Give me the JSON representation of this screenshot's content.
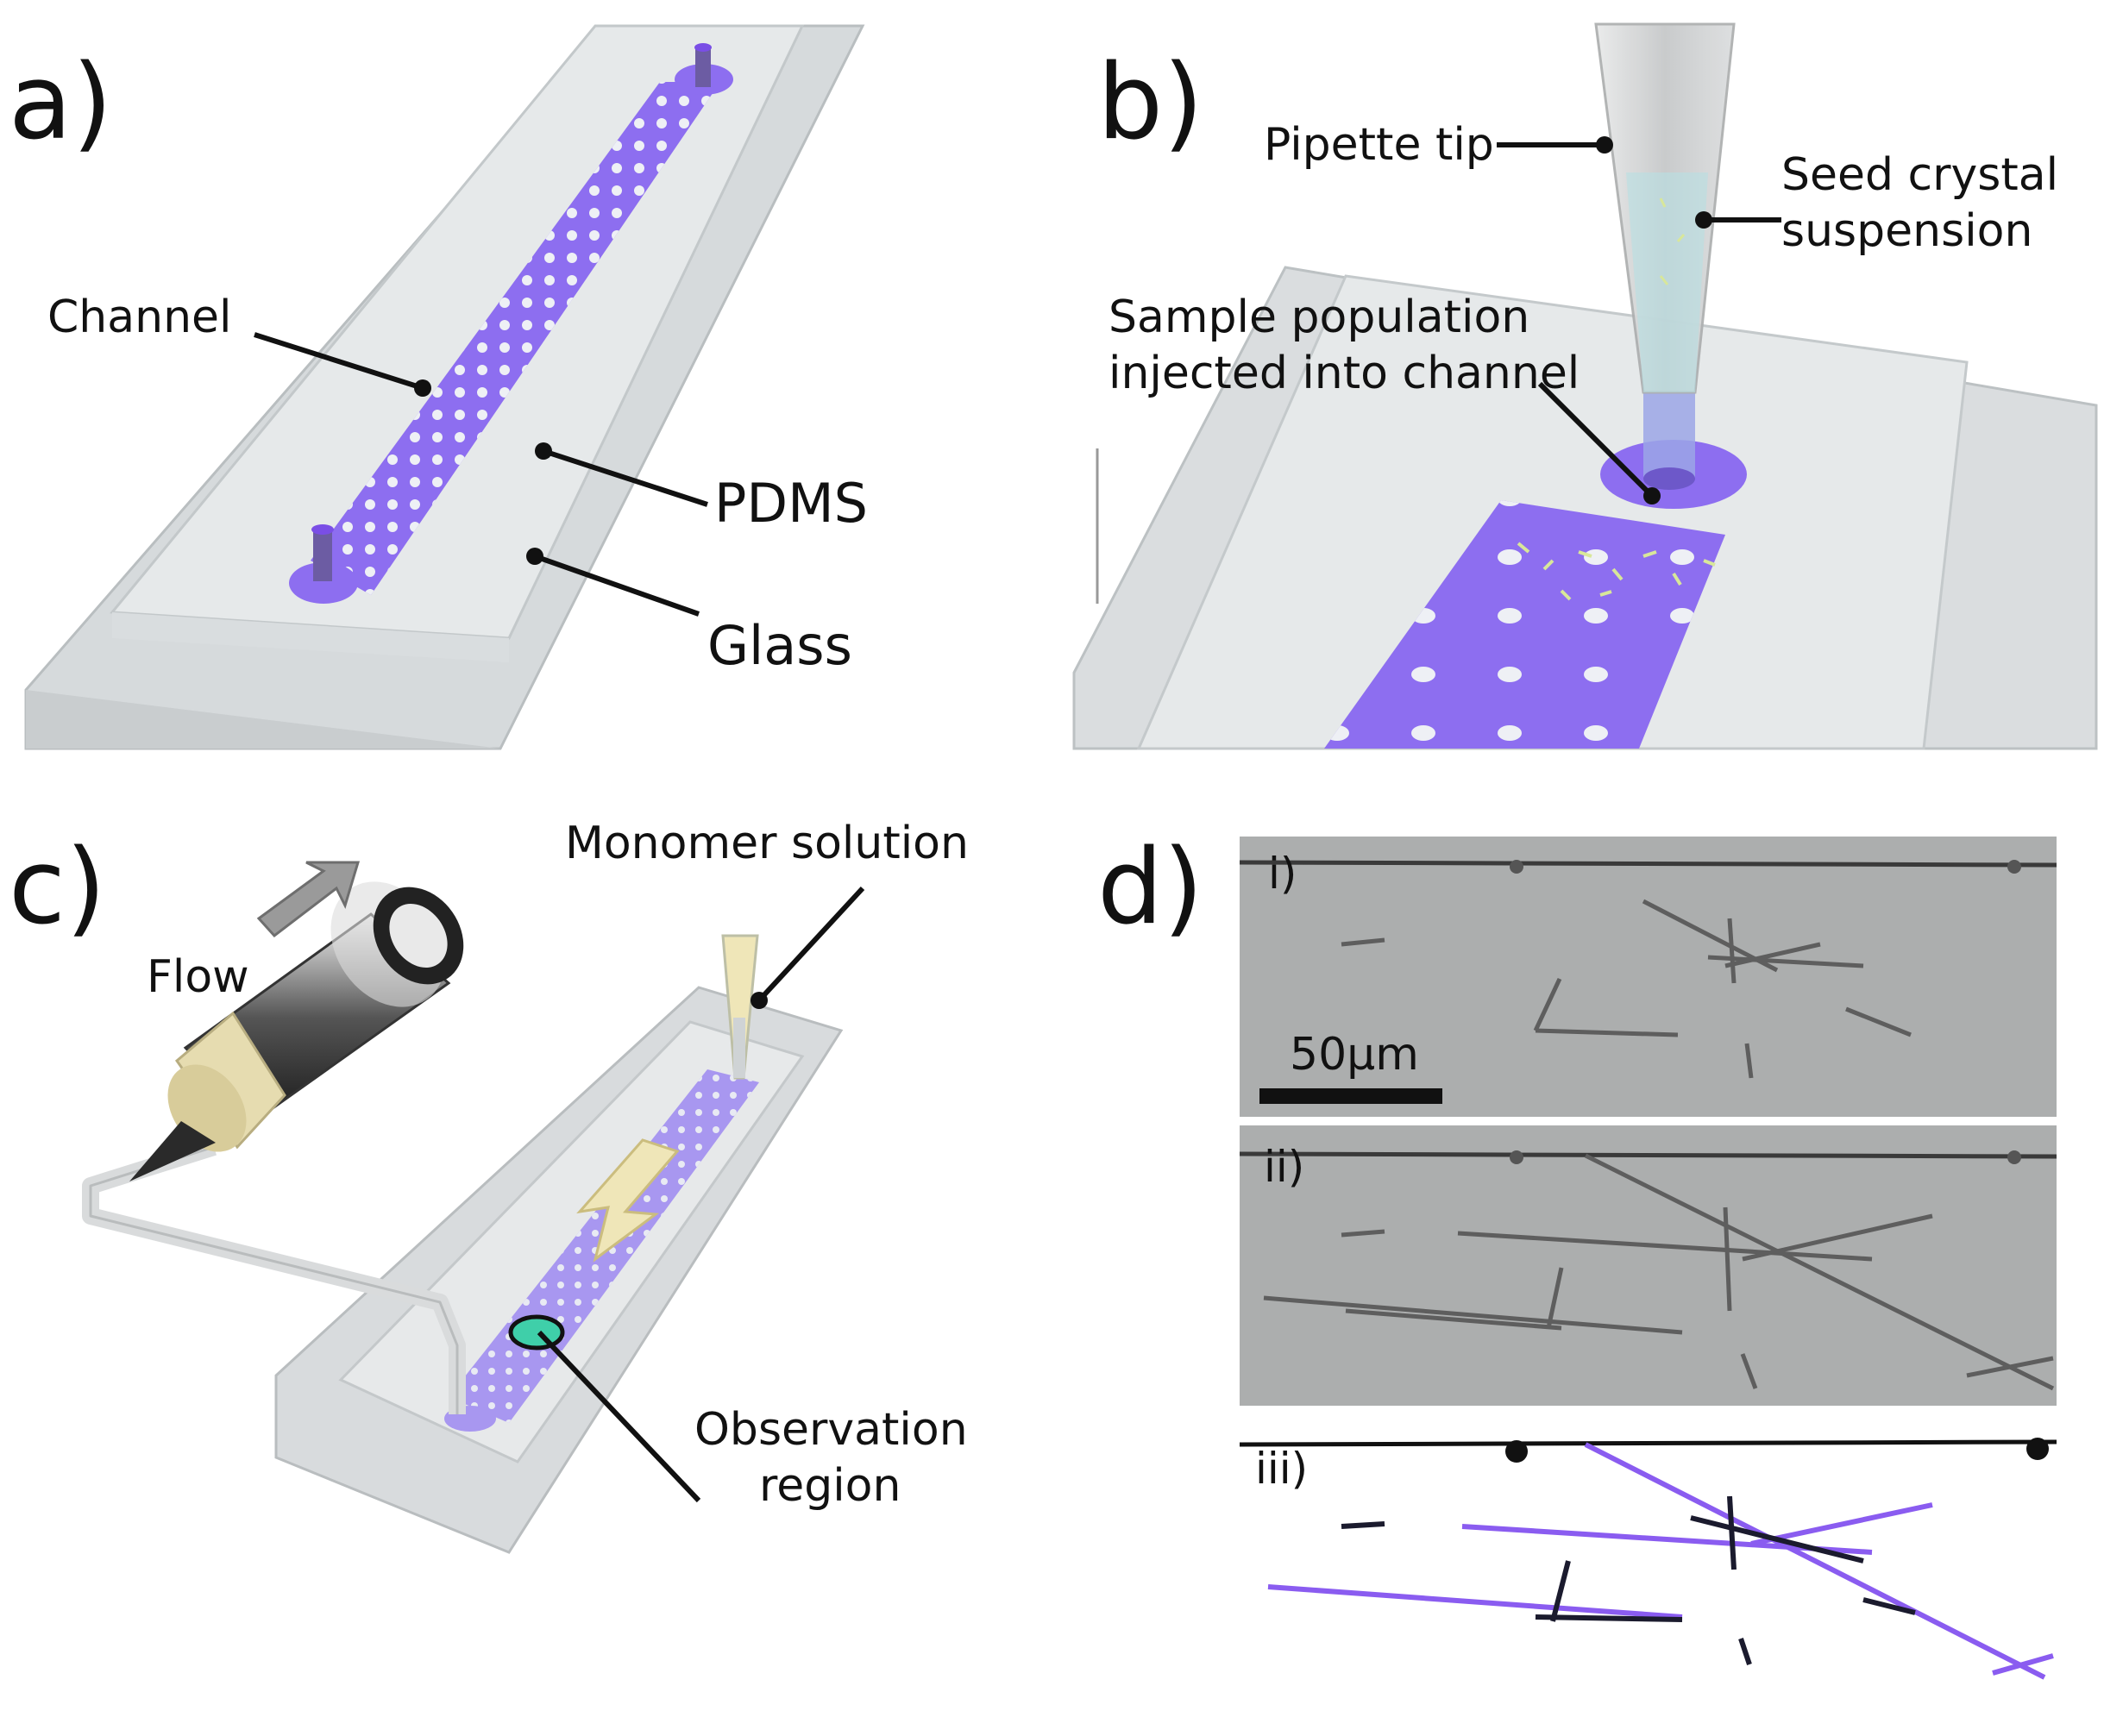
{
  "panels": {
    "a": {
      "letter": "a)",
      "labels": {
        "channel": "Channel",
        "pdms": "PDMS",
        "glass": "Glass"
      }
    },
    "b": {
      "letter": "b)",
      "labels": {
        "pipette": "Pipette tip",
        "seed_line1": "Seed crystal",
        "seed_line2": "suspension",
        "sample_line1": "Sample population",
        "sample_line2": "injected into channel"
      }
    },
    "c": {
      "letter": "c)",
      "labels": {
        "flow": "Flow",
        "monomer": "Monomer solution",
        "obs_line1": "Observation",
        "obs_line2": "region"
      }
    },
    "d": {
      "letter": "d)",
      "subpanels": [
        "i)",
        "ii)",
        "iii)"
      ],
      "scale_bar": "50μm"
    }
  },
  "colors": {
    "channel": "#8d6ef0",
    "glass": "#d6dadc",
    "pdms": "#e6e9ea",
    "micrograph": "#a9abab",
    "overlay": "#8a5cf0",
    "observation": "#3fcfa9",
    "flow_arrow": "#efe6b8"
  }
}
